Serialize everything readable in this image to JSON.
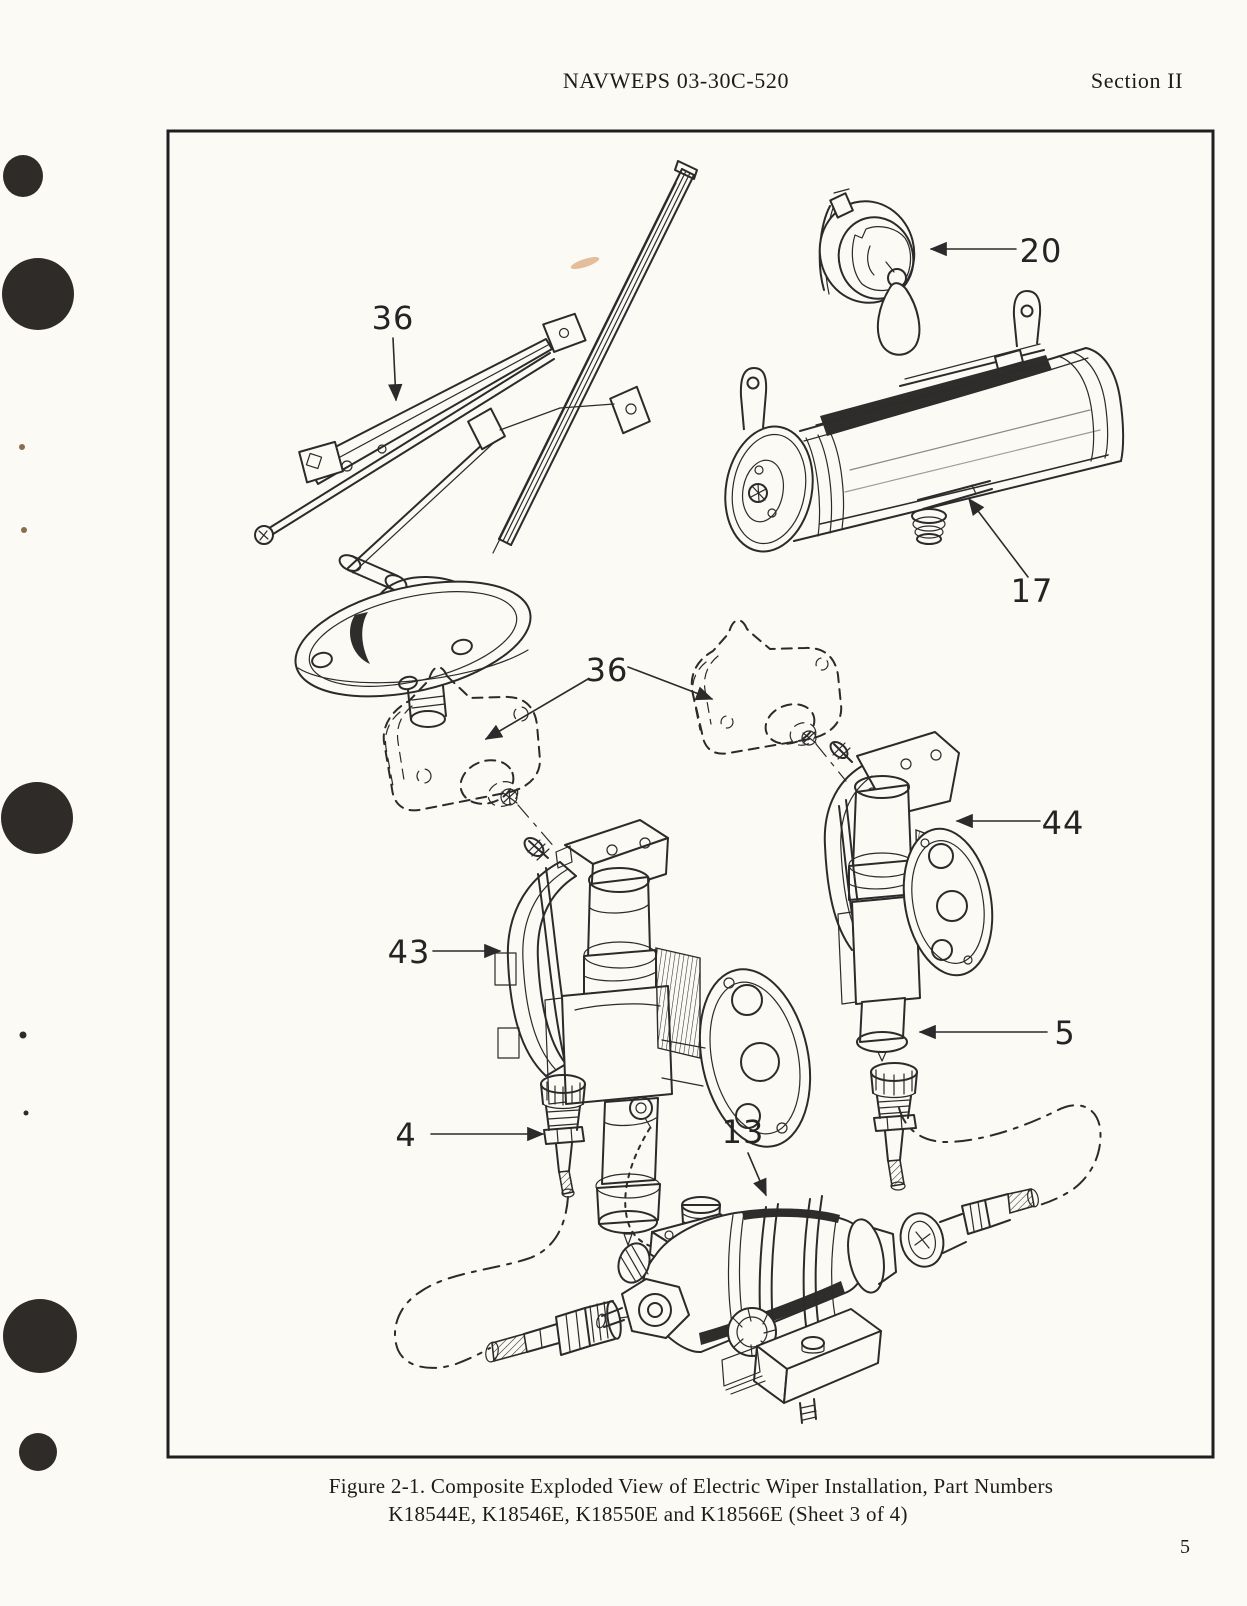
{
  "header": {
    "document_number": "NAVWEPS 03-30C-520",
    "section": "Section II"
  },
  "figure": {
    "caption_line_1": "Figure 2-1.  Composite Exploded View of Electric Wiper Installation,  Part Numbers",
    "caption_line_2": "K18544E,  K18546E,  K18550E and K18566E (Sheet 3 of 4)",
    "callouts": [
      {
        "label": "36"
      },
      {
        "label": "20"
      },
      {
        "label": "17"
      },
      {
        "label": "36"
      },
      {
        "label": "43"
      },
      {
        "label": "44"
      },
      {
        "label": "5"
      },
      {
        "label": "4"
      },
      {
        "label": "13"
      }
    ]
  },
  "page_number": "5",
  "colors": {
    "paper": "#fbfaf5",
    "ink": "#2b2b2b"
  }
}
